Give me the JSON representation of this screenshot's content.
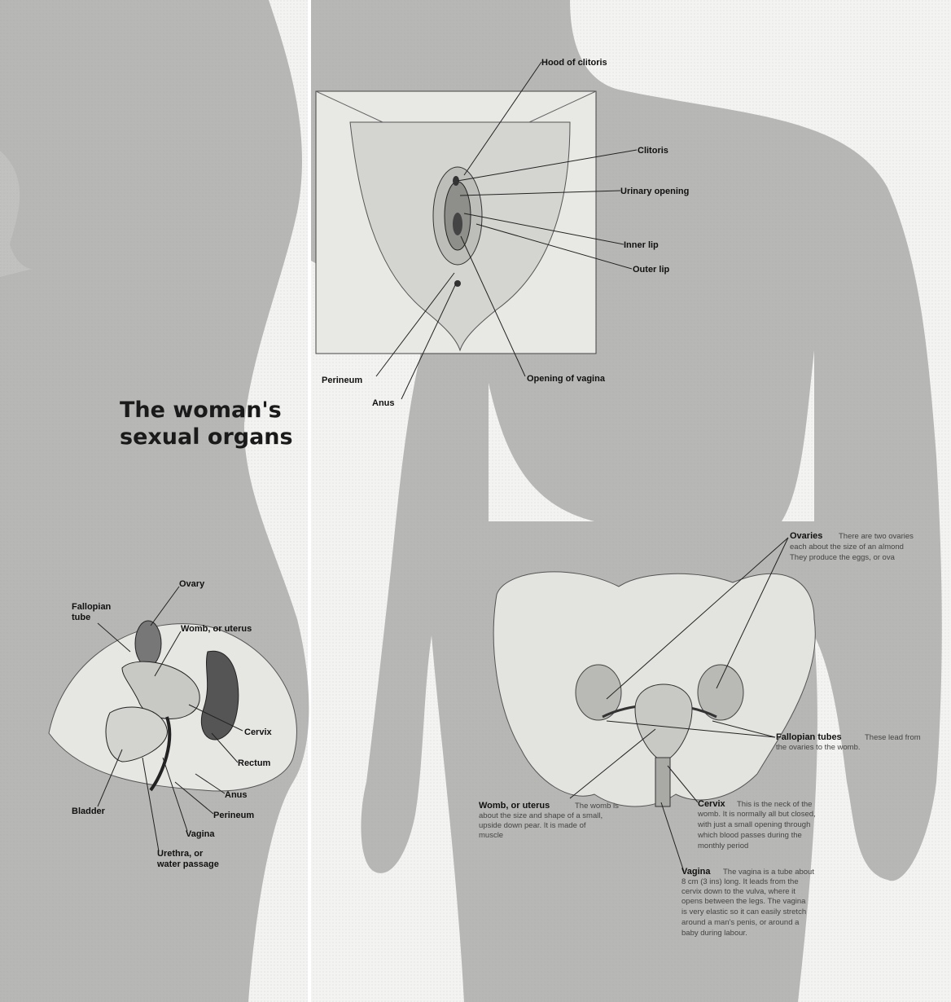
{
  "title": {
    "line1": "The woman's",
    "line2": "sexual organs"
  },
  "vulva_labels": {
    "hood": "Hood of clitoris",
    "clitoris": "Clitoris",
    "urinary": "Urinary opening",
    "inner_lip": "Inner lip",
    "outer_lip": "Outer lip",
    "perineum": "Perineum",
    "anus": "Anus",
    "vaginal_opening": "Opening of vagina"
  },
  "side_labels": {
    "ovary": "Ovary",
    "fallopian_1": "Fallopian",
    "fallopian_2": "tube",
    "womb": "Womb, or uterus",
    "cervix": "Cervix",
    "rectum": "Rectum",
    "anus": "Anus",
    "perineum": "Perineum",
    "bladder": "Bladder",
    "vagina": "Vagina",
    "urethra_1": "Urethra, or",
    "urethra_2": "water passage"
  },
  "front_labels": {
    "ovaries": {
      "name": "Ovaries",
      "desc": [
        "There are two ovaries",
        "each about the size of an almond",
        "They produce the eggs, or ova"
      ]
    },
    "fallopian": {
      "name": "Fallopian tubes",
      "desc": [
        "These lead from",
        "the ovaries to the womb."
      ]
    },
    "womb": {
      "name": "Womb, or uterus",
      "desc": [
        "The womb is",
        "about the size and shape of a small,",
        "upside down pear. It is made of",
        "muscle"
      ]
    },
    "cervix": {
      "name": "Cervix",
      "desc": [
        "This is the neck of the",
        "womb. It is normally all but closed,",
        "with just a small opening through",
        "which blood passes during the",
        "monthly period"
      ]
    },
    "vagina": {
      "name": "Vagina",
      "desc": [
        "The vagina is a tube about",
        "8 cm (3 ins) long. It leads from the",
        "cervix down to the vulva, where it",
        "opens between the legs. The vagina",
        "is very elastic so it can easily stretch",
        "around a man's penis, or around a",
        "baby during labour."
      ]
    }
  },
  "colors": {
    "body": "#b7b7b5",
    "organ_bg": "#e9e9e6",
    "background": "#f2f2f0"
  }
}
